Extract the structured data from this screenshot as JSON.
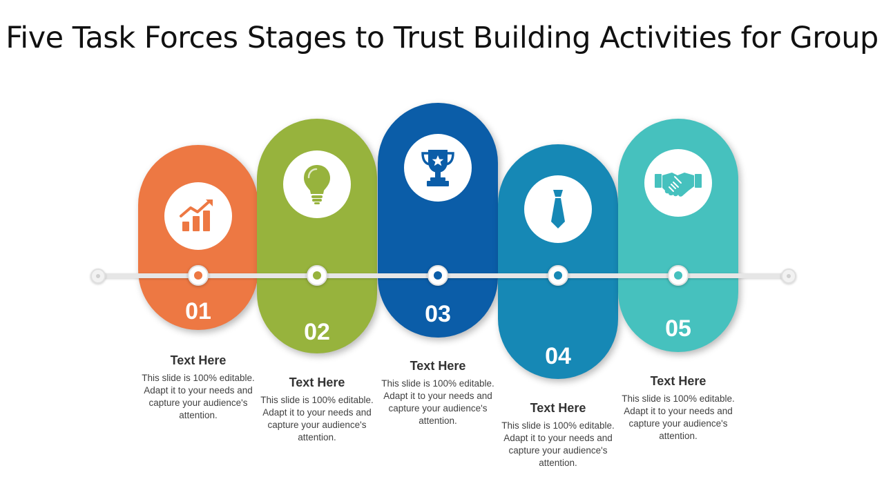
{
  "title": "Five Task Forces Stages to Trust Building Activities for Group",
  "stages": [
    {
      "number": "01",
      "color": "#ED7843",
      "icon": "growth-chart-icon",
      "heading": "Text Here",
      "body": "This slide is 100% editable. Adapt it to your needs and capture your audience's attention."
    },
    {
      "number": "02",
      "color": "#97B33D",
      "icon": "lightbulb-icon",
      "heading": "Text Here",
      "body": "This slide is 100% editable. Adapt it to your needs and capture your audience's attention."
    },
    {
      "number": "03",
      "color": "#0B5DA8",
      "icon": "trophy-icon",
      "heading": "Text Here",
      "body": "This slide is 100% editable. Adapt it to your needs and capture your audience's attention."
    },
    {
      "number": "04",
      "color": "#1688B5",
      "icon": "necktie-icon",
      "heading": "Text Here",
      "body": "This slide is 100% editable. Adapt it to your needs and capture your audience's attention."
    },
    {
      "number": "05",
      "color": "#46C1BE",
      "icon": "handshake-icon",
      "heading": "Text Here",
      "body": "This slide is 100% editable. Adapt it to your needs and capture your audience's attention."
    }
  ]
}
